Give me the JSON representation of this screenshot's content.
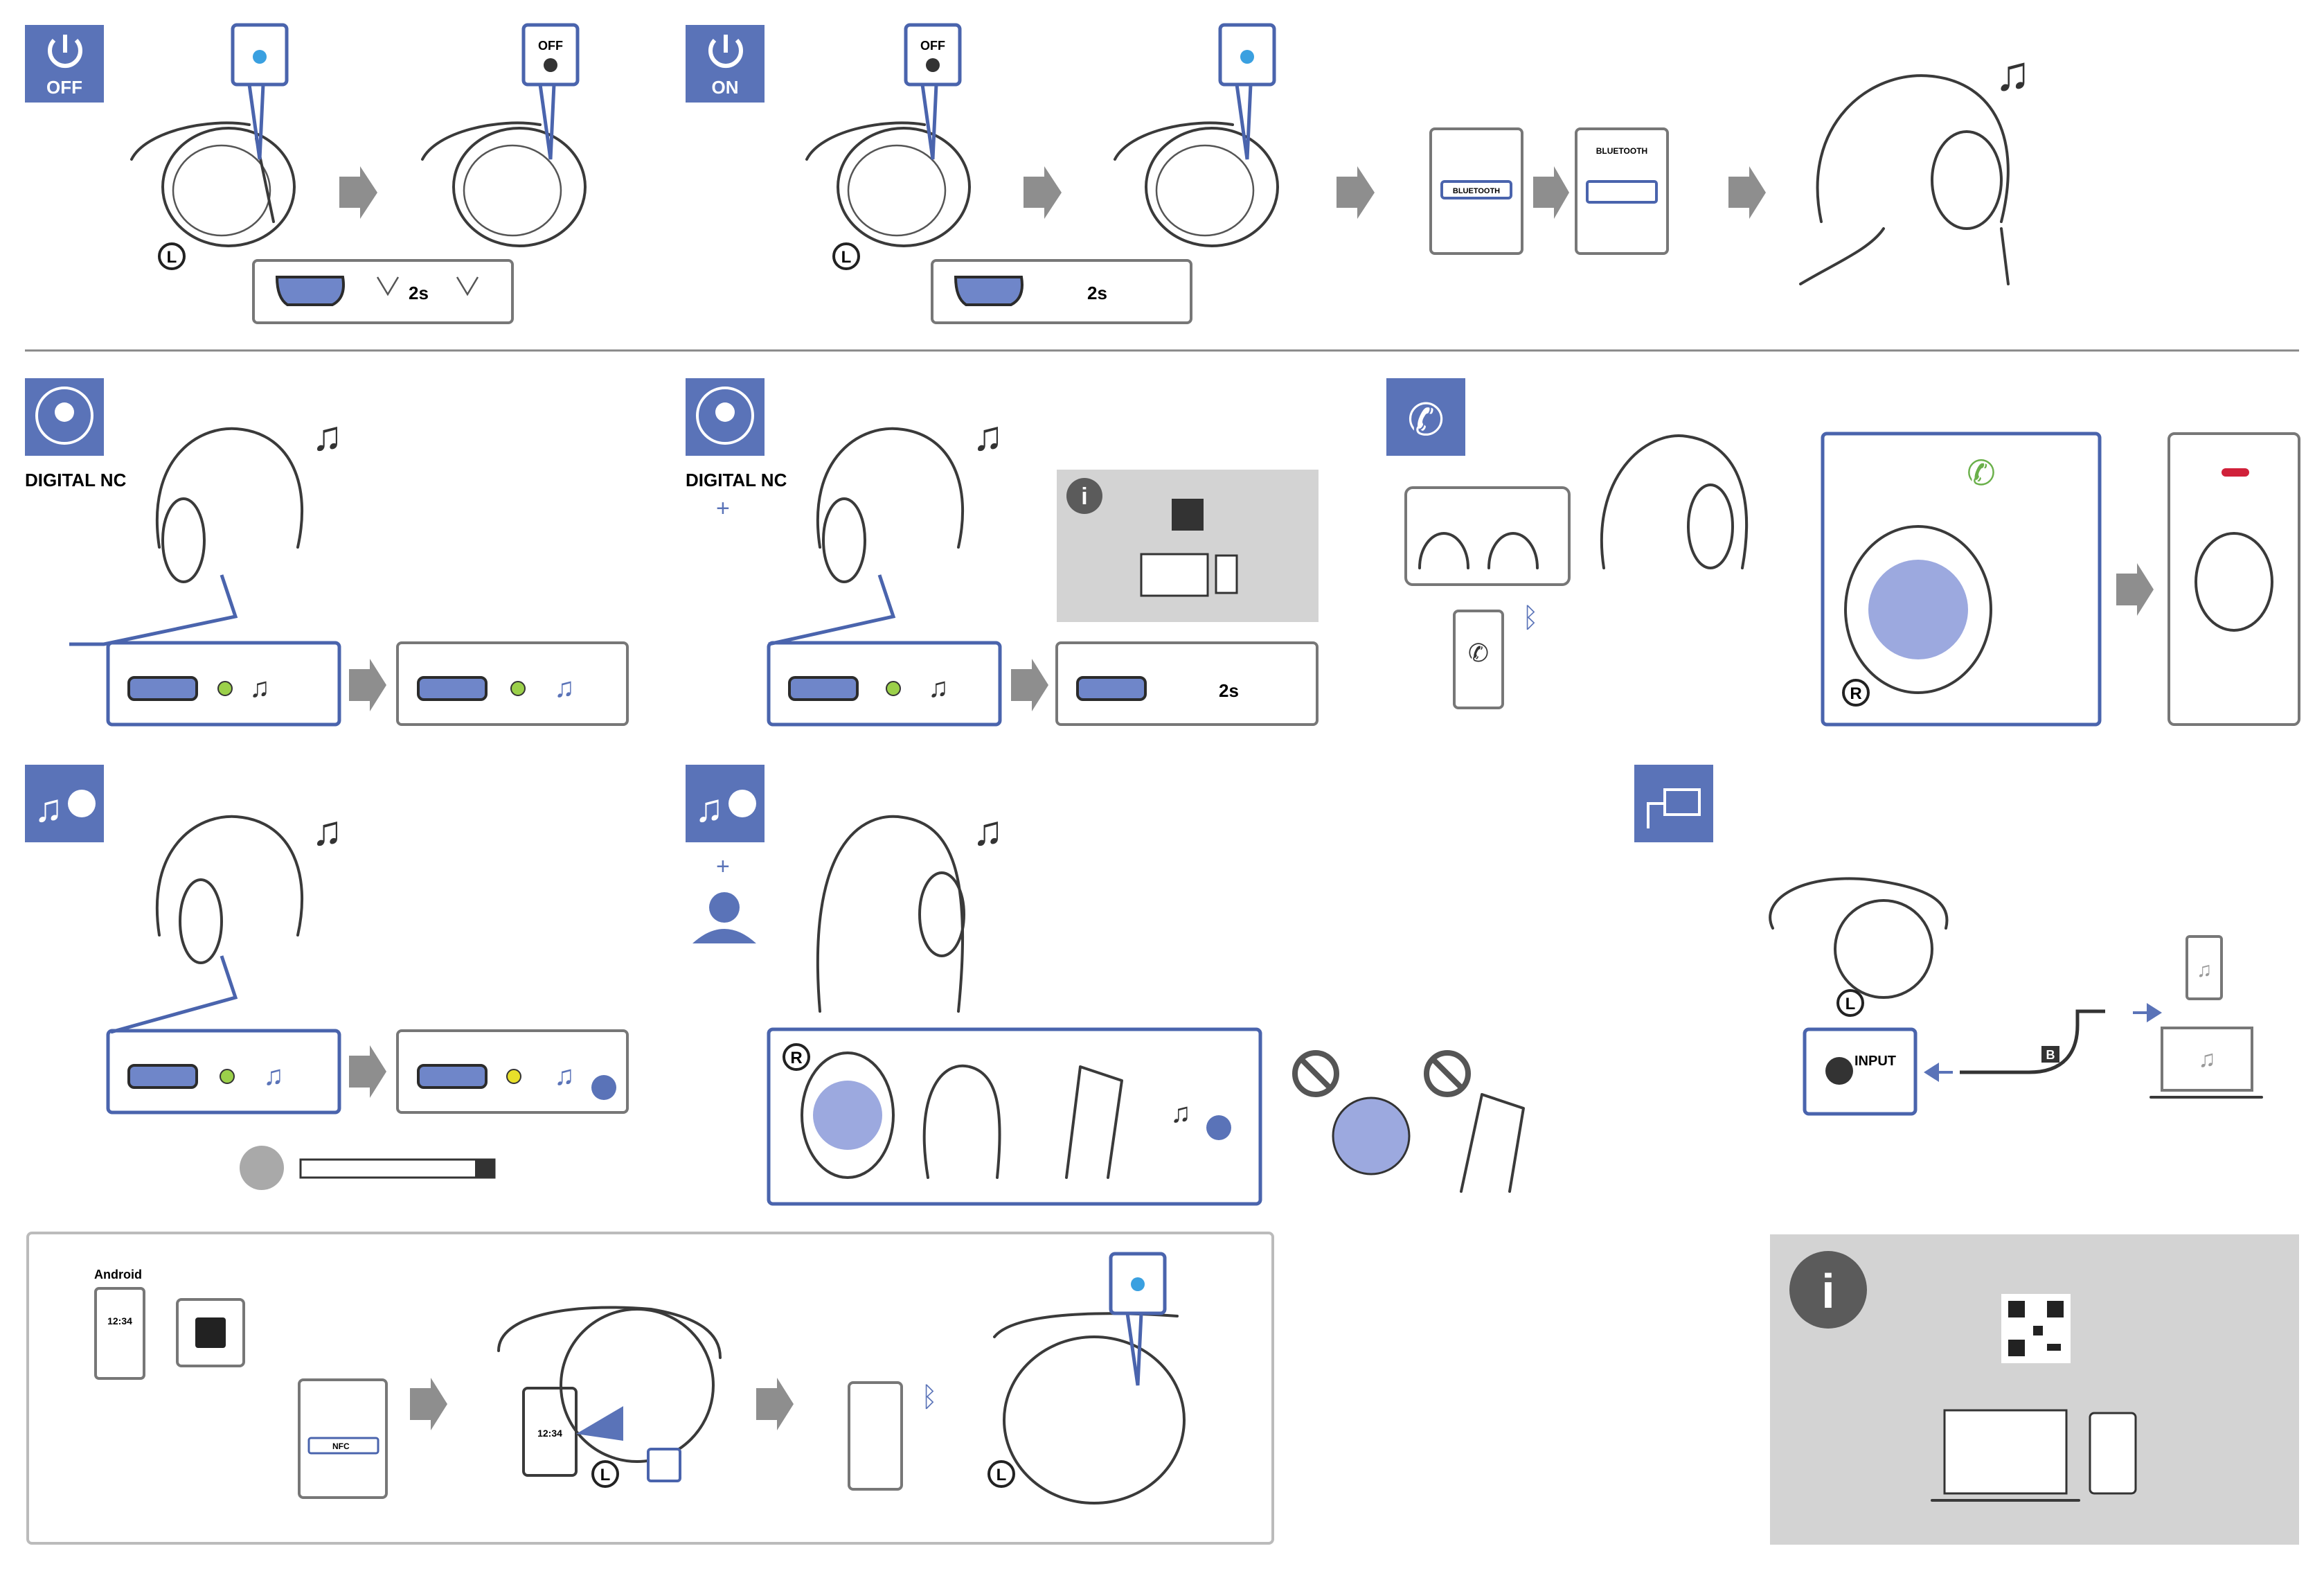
{
  "power_off": {
    "badge_label": "OFF",
    "led_label": "OFF",
    "ear_label": "L",
    "hold_label": "2s"
  },
  "power_on": {
    "badge_label": "ON",
    "led_label": "OFF",
    "ear_label": "L",
    "hold_label": "2s"
  },
  "pairing_screen": {
    "bt_title": "BLUETOOTH",
    "bt_toggle": "BLUETOOTH"
  },
  "nc": {
    "digital_nc_label": "DIGITAL NC",
    "plus": "+",
    "hold_label": "2s"
  },
  "call": {
    "ear_label": "R"
  },
  "ambient": {
    "plus": "+",
    "ear_label": "R"
  },
  "wired": {
    "input_label": "INPUT",
    "ear_label": "L",
    "cable_label": "B"
  },
  "nfc": {
    "android_label": "Android",
    "clock": "12:34",
    "nfc_toggle": "NFC",
    "ear_label": "L"
  },
  "colors": {
    "accent": "#5a73b8",
    "led_blue": "#3aa0e0",
    "led_green": "#9bd04a",
    "call_green": "#6ab04a",
    "hangup_red": "#d0213a",
    "info_bg": "#d3d3d3"
  }
}
